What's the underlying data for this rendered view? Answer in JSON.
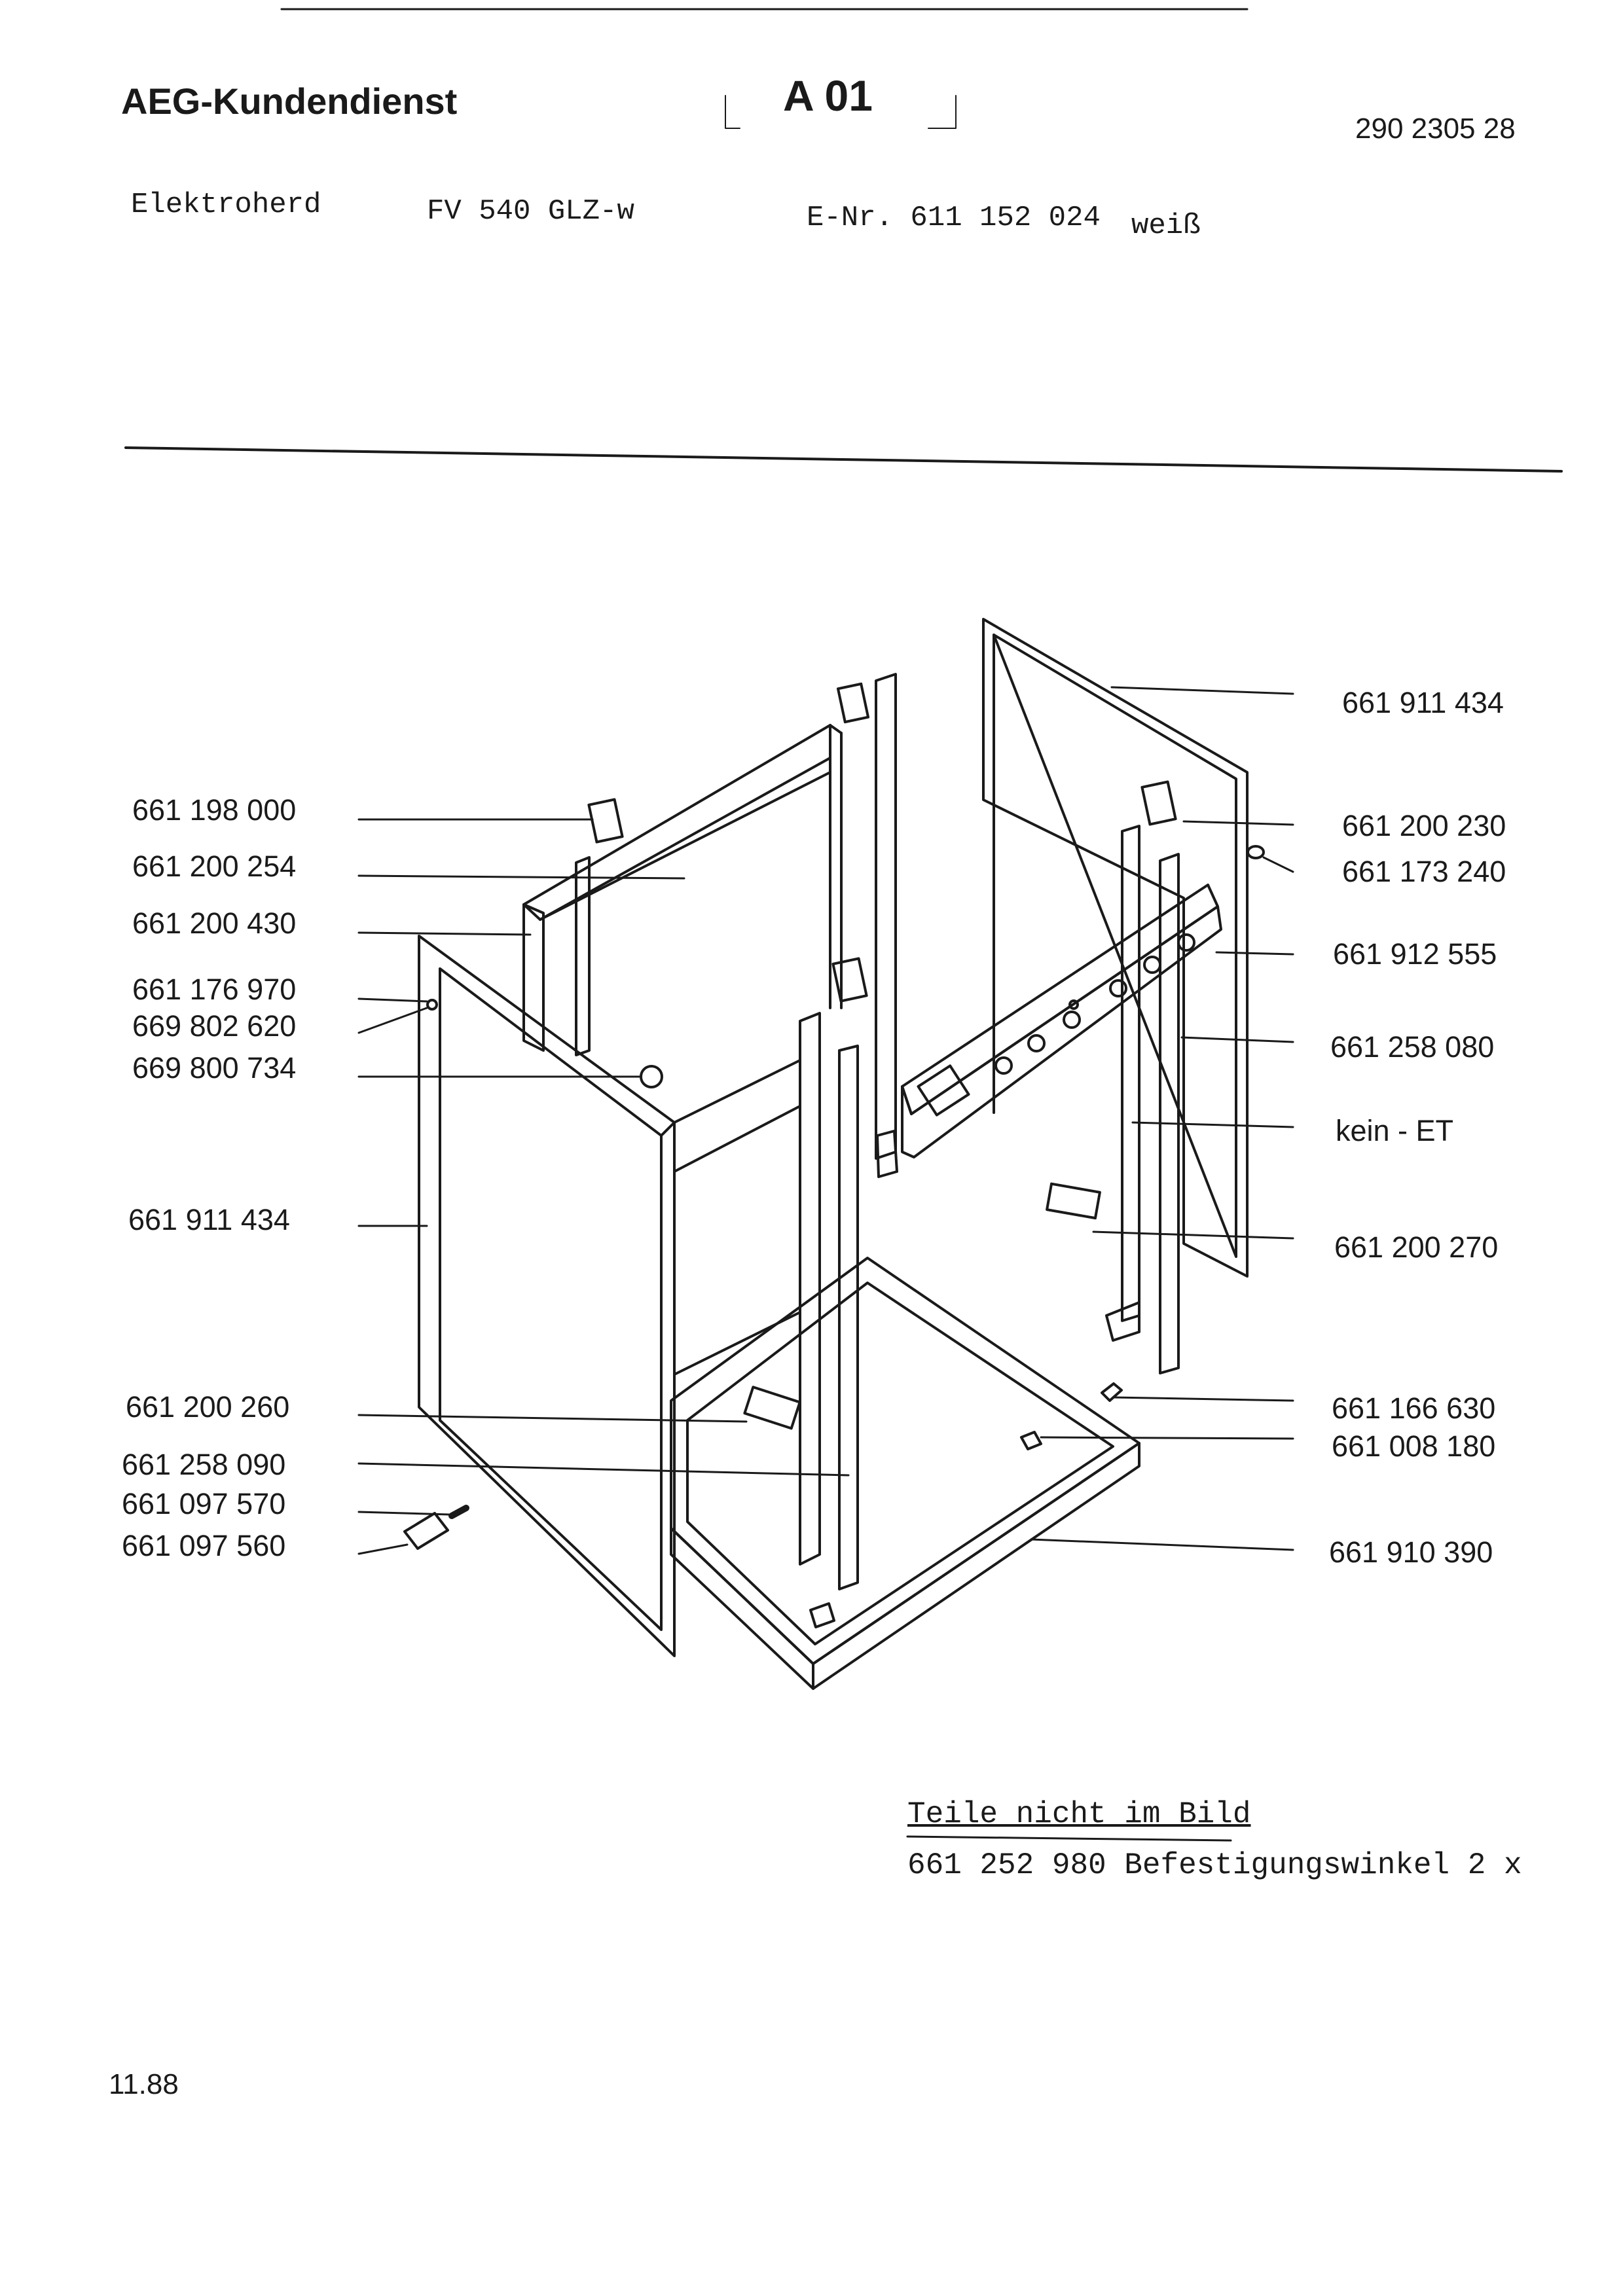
{
  "header": {
    "company": "AEG-Kundendienst",
    "code": "A 01",
    "doc_number": "290 2305 28"
  },
  "meta": {
    "device": "Elektroherd",
    "model": "FV 540 GLZ-w",
    "e_nr": "E-Nr. 611 152 024",
    "color": "weiß"
  },
  "labels_left": [
    "661 198 000",
    "661 200 254",
    "661 200 430",
    "661 176 970",
    "669 802 620",
    "669 800 734",
    "661 911 434",
    "661 200 260",
    "661 258 090",
    "661 097 570",
    "661 097 560"
  ],
  "labels_right": [
    "661 911 434",
    "661 200 230",
    "661 173 240",
    "661 912 555",
    "661 258 080",
    "kein - ET",
    "661 200 270",
    "661 166 630",
    "661 008 180",
    "661 910 390"
  ],
  "notes": {
    "title": "Teile nicht im Bild",
    "item": "661 252 980 Befestigungswinkel 2 x"
  },
  "footer": {
    "date": "11.88"
  }
}
